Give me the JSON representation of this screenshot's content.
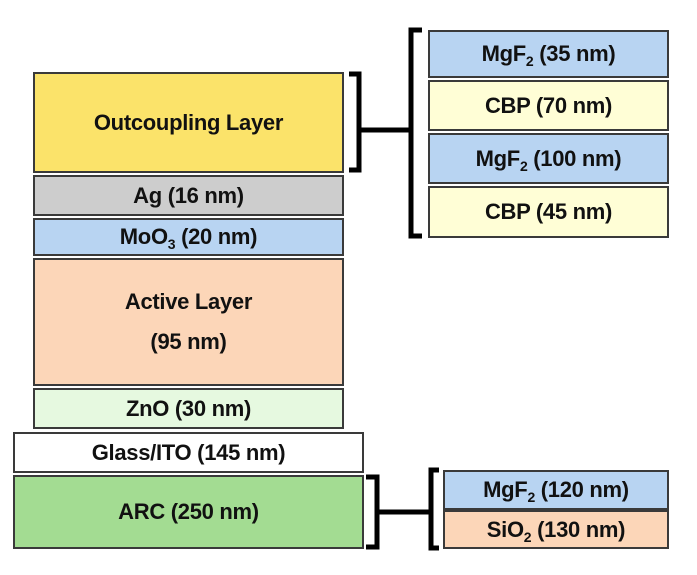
{
  "device_stack": [
    {
      "id": "outcoupling",
      "label": "Outcoupling Layer",
      "color": "#fbe36a"
    },
    {
      "id": "ag",
      "label": "Ag (16 nm)",
      "color": "#cdcdcd"
    },
    {
      "id": "moo3",
      "label_main": "MoO",
      "label_sub": "3",
      "label_rest": " (20 nm)",
      "color": "#b8d4f2"
    },
    {
      "id": "active",
      "label_line1": "Active Layer",
      "label_line2": "(95 nm)",
      "color": "#fcd6b8"
    },
    {
      "id": "zno",
      "label": "ZnO (30 nm)",
      "color": "#e6f9e0"
    },
    {
      "id": "glass",
      "label": "Glass/ITO (145 nm)",
      "color": "#ffffff"
    },
    {
      "id": "arc",
      "label": "ARC (250 nm)",
      "color": "#a3dc92"
    }
  ],
  "outcoupling_detail": [
    {
      "label_main": "MgF",
      "label_sub": "2",
      "label_rest": " (35 nm)",
      "color": "#b8d4f2"
    },
    {
      "label": "CBP (70 nm)",
      "color": "#fffed6"
    },
    {
      "label_main": "MgF",
      "label_sub": "2",
      "label_rest": " (100 nm)",
      "color": "#b8d4f2"
    },
    {
      "label": "CBP (45 nm)",
      "color": "#fffed6"
    }
  ],
  "arc_detail": [
    {
      "label_main": "MgF",
      "label_sub": "2",
      "label_rest": " (120 nm)",
      "color": "#b8d4f2"
    },
    {
      "label_main": "SiO",
      "label_sub": "2",
      "label_rest": " (130 nm)",
      "color": "#fcd6b8"
    }
  ]
}
